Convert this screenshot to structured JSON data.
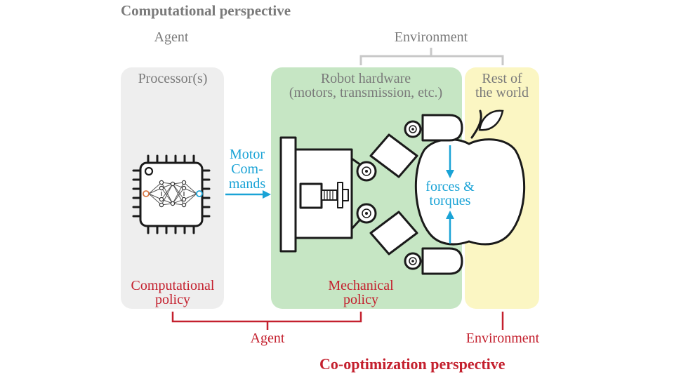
{
  "titles": {
    "top": "Computational perspective",
    "bottom": "Co-optimization perspective"
  },
  "top_labels": {
    "agent": "Agent",
    "environment": "Environment"
  },
  "boxes": {
    "processor": "Processor(s)",
    "robot_line1": "Robot hardware",
    "robot_line2": "(motors, transmission, etc.)",
    "world_line1": "Rest of",
    "world_line2": "the world"
  },
  "arrow_label": {
    "line1": "Motor",
    "line2": "Com-",
    "line3": "mands"
  },
  "forces": {
    "line1": "forces &",
    "line2": "torques"
  },
  "policies": {
    "computational_line1": "Computational",
    "computational_line2": "policy",
    "mechanical_line1": "Mechanical",
    "mechanical_line2": "policy"
  },
  "bottom_labels": {
    "agent": "Agent",
    "environment": "Environment"
  },
  "colors": {
    "gray_text": "#7a7a7a",
    "blue": "#1aa3d6",
    "red": "#c4202e",
    "processor_fill": "#eeeeee",
    "robot_fill": "#c6e6c4",
    "world_fill": "#fbf6c3",
    "bracket_gray": "#c8c8c8"
  },
  "icons": [
    "chip-icon",
    "neural-network-icon",
    "gripper-icon",
    "apple-icon"
  ]
}
